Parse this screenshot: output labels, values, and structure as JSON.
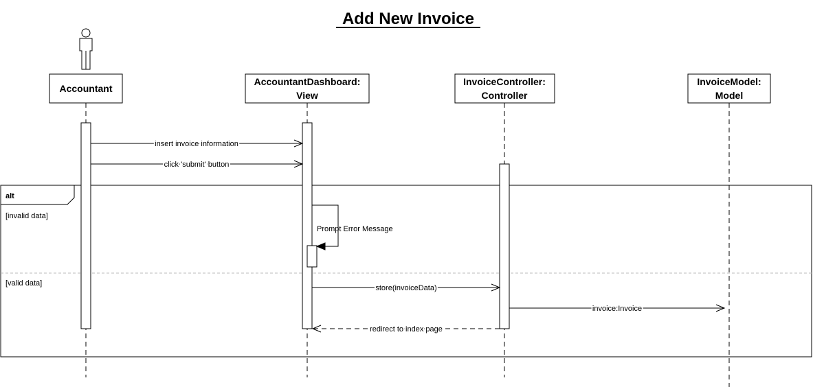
{
  "title": "Add New Invoice",
  "lifelines": {
    "accountant": {
      "label": "Accountant"
    },
    "dashboard": {
      "line1": "AccountantDashboard:",
      "line2": "View"
    },
    "controller": {
      "line1": "InvoiceController:",
      "line2": "Controller"
    },
    "model": {
      "line1": "InvoiceModel:",
      "line2": "Model"
    }
  },
  "messages": {
    "insert_info": "insert invoice information",
    "click_submit": "click 'submit' button",
    "prompt_error": "Prompt Error Message",
    "store": "store(invoiceData)",
    "create_invoice": "invoice:Invoice",
    "redirect": "redirect to index page"
  },
  "fragment": {
    "operator": "alt",
    "guard_invalid": "[invalid data]",
    "guard_valid": "[valid data]"
  }
}
